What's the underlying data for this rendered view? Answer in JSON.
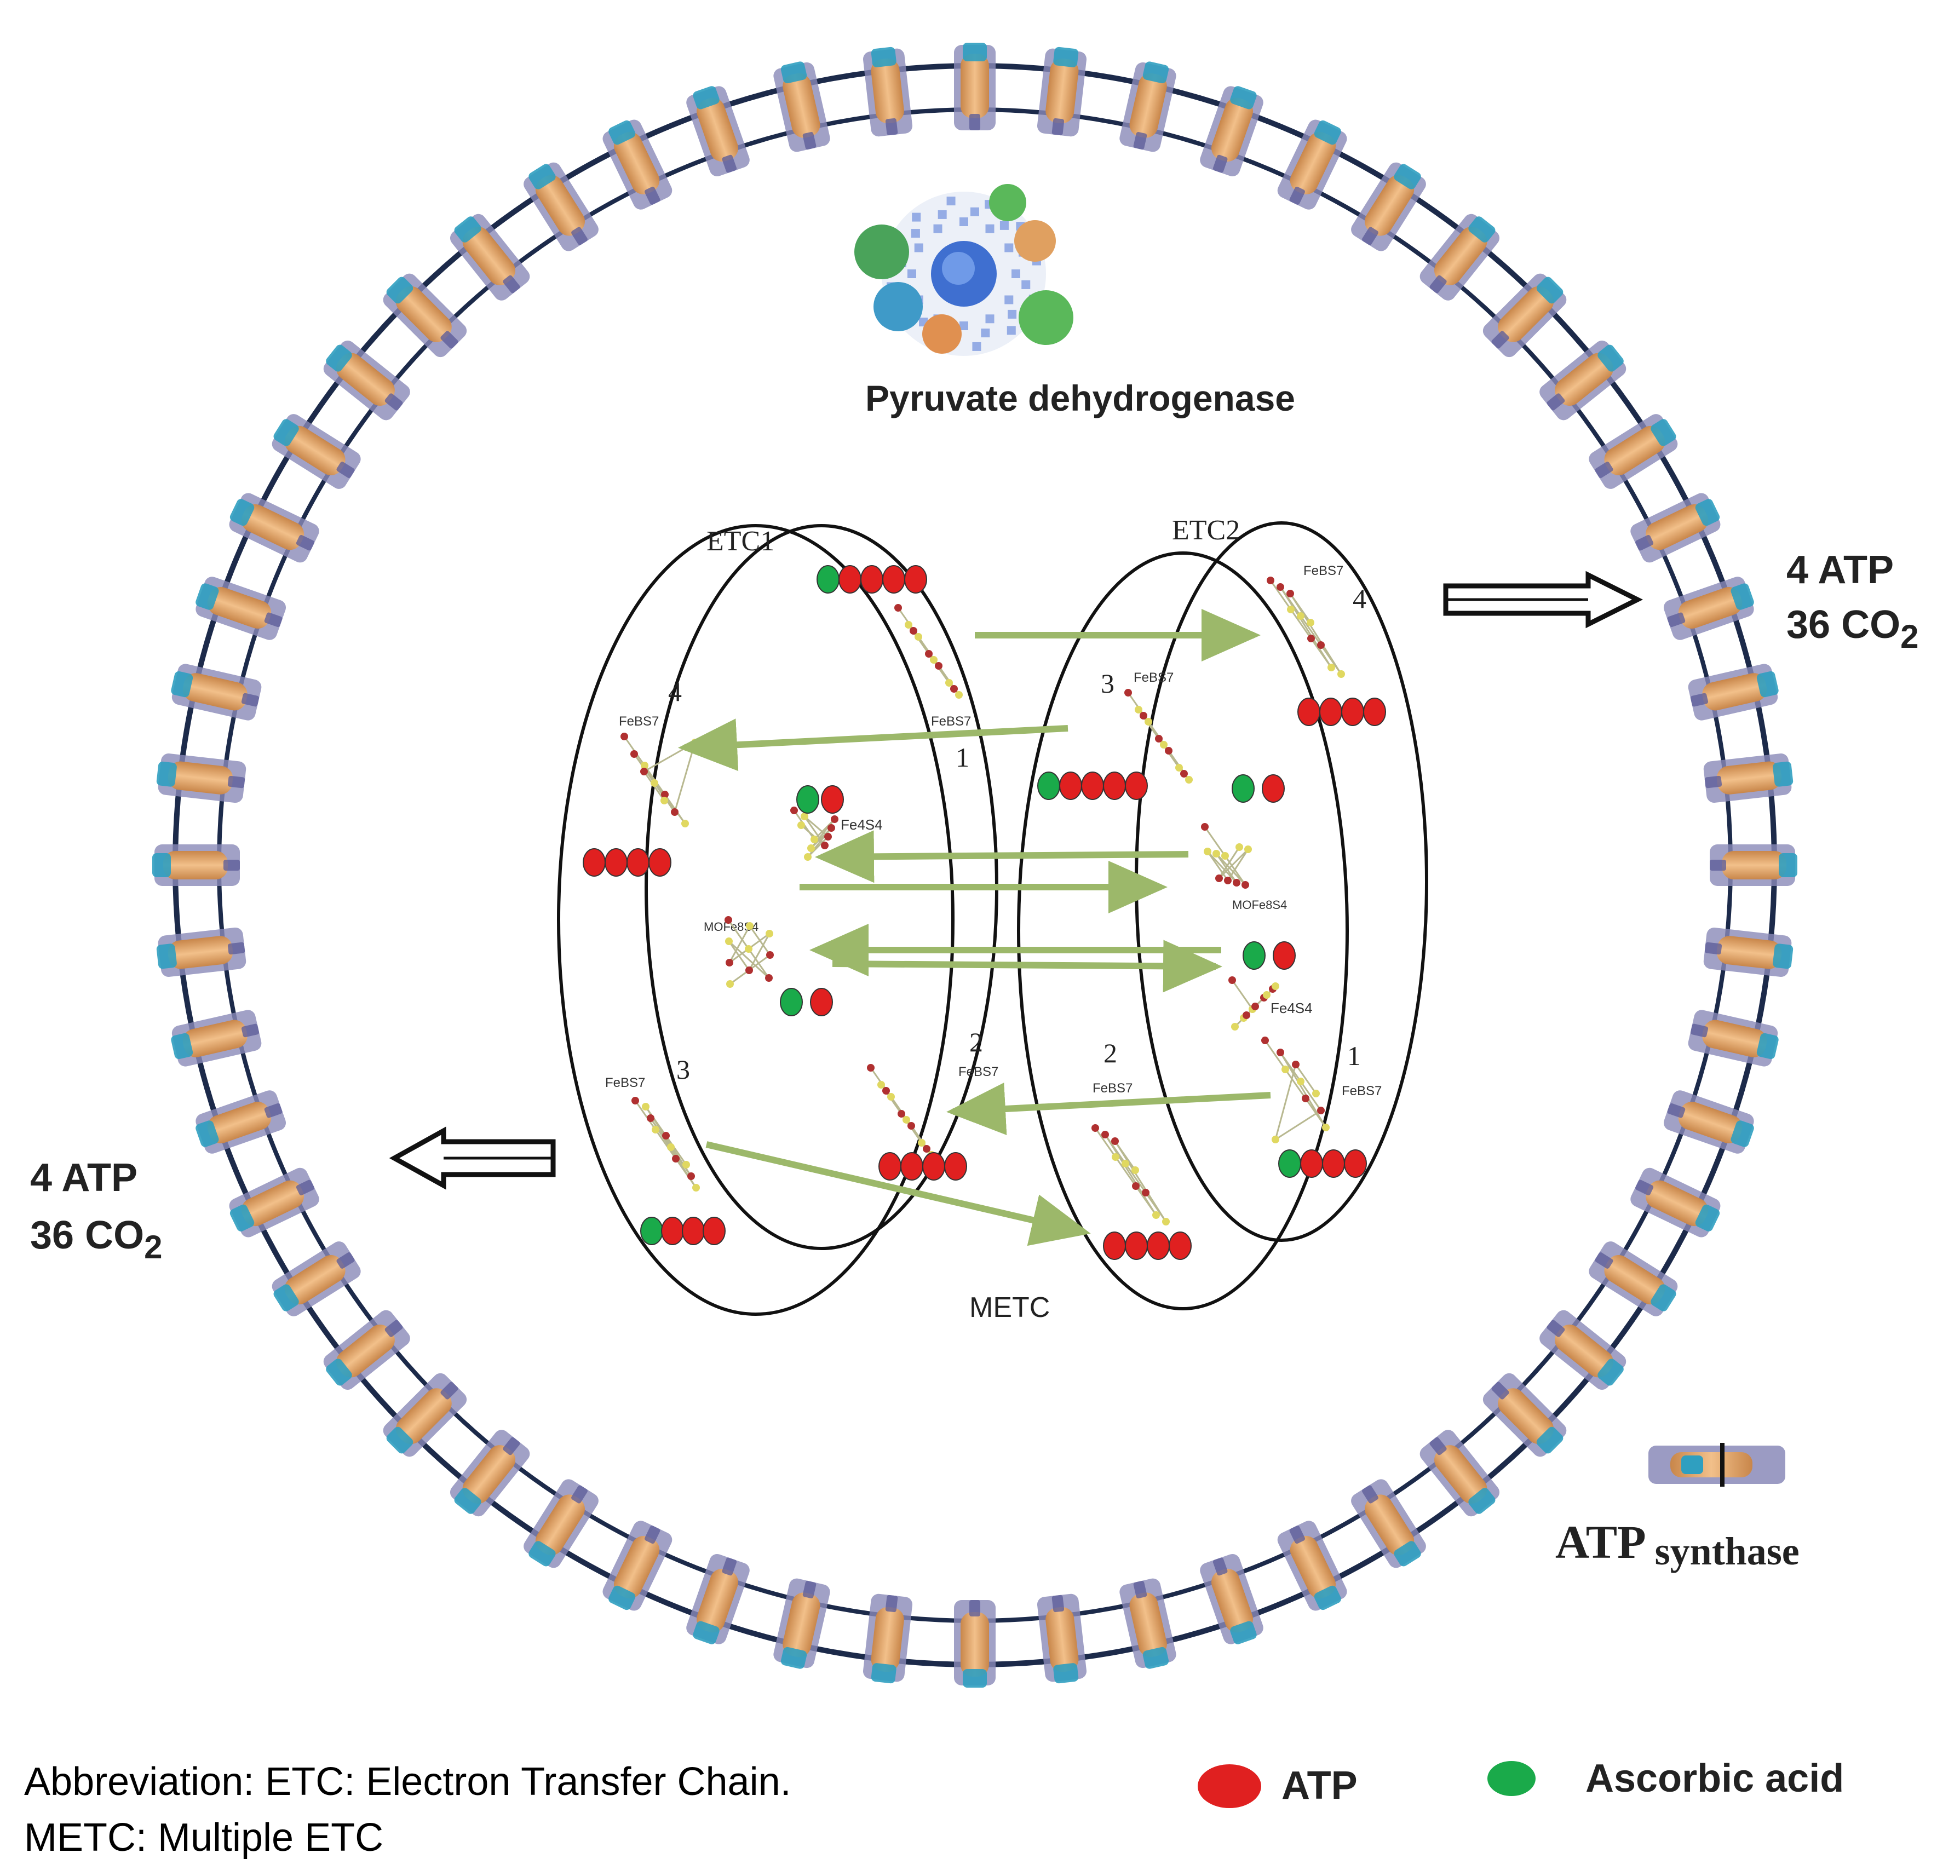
{
  "diagram": {
    "enzyme_label": "Pyruvate dehydrogenase",
    "etc1_label": "ETC1",
    "etc2_label": "ETC2",
    "metc_label": "METC",
    "output_right": {
      "atp": "4 ATP",
      "co2_prefix": "36 CO",
      "co2_sub": "2"
    },
    "output_left": {
      "atp": "4 ATP",
      "co2_prefix": "36 CO",
      "co2_sub": "2"
    },
    "etc1_numbers": [
      "4",
      "1",
      "3",
      "2"
    ],
    "etc2_numbers": [
      "3",
      "4",
      "2",
      "1"
    ],
    "cluster_labels": {
      "fe8s7": "FeBS7",
      "fe4s4": "Fe4S4",
      "mofe": "MOFe8S4"
    },
    "legend_synthase": {
      "main": "ATP",
      "sub": "synthase"
    },
    "colors": {
      "atp": "#e02020",
      "ascorbic_acid": "#1aaa4a",
      "arrow": "#9cb86a",
      "ring": "#1c2a4a",
      "synthase_body": "#e0a060",
      "synthase_cap": "#2f9fc0",
      "synthase_shell": "#8a8ab8"
    }
  },
  "legend": {
    "atp_label": "ATP",
    "ascorbic_label": "Ascorbic acid"
  },
  "footer": {
    "line1": "Abbreviation: ETC: Electron Transfer Chain.",
    "line2": "METC: Multiple ETC"
  }
}
